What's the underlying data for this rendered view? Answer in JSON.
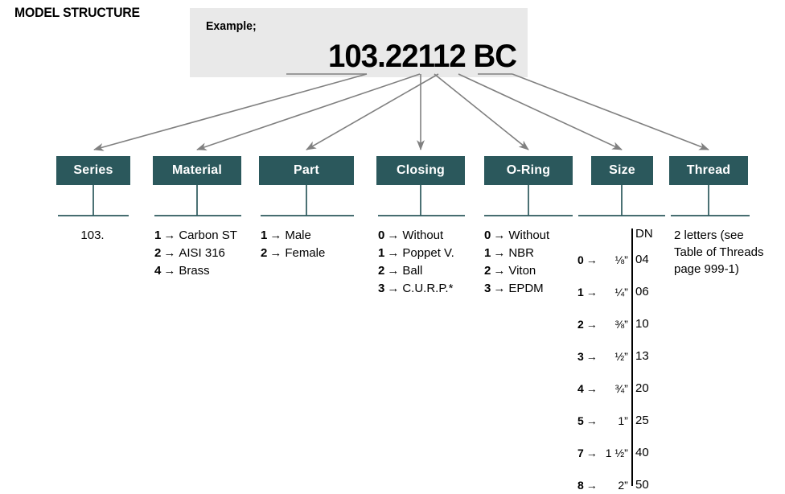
{
  "page": {
    "title": "MODEL STRUCTURE",
    "accent_color": "#2b585c",
    "panel_color": "#e9e9e9",
    "connector_color": "#808080"
  },
  "example": {
    "label": "Example;",
    "code": "103.22112 BC"
  },
  "segments": [
    {
      "key": "series",
      "label": "Series"
    },
    {
      "key": "material",
      "label": "Material"
    },
    {
      "key": "part",
      "label": "Part"
    },
    {
      "key": "closing",
      "label": "Closing"
    },
    {
      "key": "oring",
      "label": "O-Ring"
    },
    {
      "key": "size",
      "label": "Size"
    },
    {
      "key": "thread",
      "label": "Thread"
    }
  ],
  "columns": {
    "series": {
      "value": "103."
    },
    "material": {
      "items": [
        {
          "code": "1",
          "arrow": "→",
          "text": "Carbon ST"
        },
        {
          "code": "2",
          "arrow": "→",
          "text": "AISI 316"
        },
        {
          "code": "4",
          "arrow": "→",
          "text": "Brass"
        }
      ]
    },
    "part": {
      "items": [
        {
          "code": "1",
          "arrow": "→",
          "text": "Male"
        },
        {
          "code": "2",
          "arrow": "→",
          "text": "Female"
        }
      ]
    },
    "closing": {
      "items": [
        {
          "code": "0",
          "arrow": "→",
          "text": "Without"
        },
        {
          "code": "1",
          "arrow": "→",
          "text": "Poppet V."
        },
        {
          "code": "2",
          "arrow": "→",
          "text": "Ball"
        },
        {
          "code": "3",
          "arrow": "→",
          "text": "C.U.R.P.*"
        }
      ]
    },
    "oring": {
      "items": [
        {
          "code": "0",
          "arrow": "→",
          "text": "Without"
        },
        {
          "code": "1",
          "arrow": "→",
          "text": "NBR"
        },
        {
          "code": "2",
          "arrow": "→",
          "text": "Viton"
        },
        {
          "code": "3",
          "arrow": "→",
          "text": "EPDM"
        }
      ]
    },
    "size": {
      "dn_header": "DN",
      "items": [
        {
          "code": "0",
          "arrow": "→",
          "size": "⅛”",
          "dn": "04"
        },
        {
          "code": "1",
          "arrow": "→",
          "size": "¼”",
          "dn": "06"
        },
        {
          "code": "2",
          "arrow": "→",
          "size": "⅜”",
          "dn": "10"
        },
        {
          "code": "3",
          "arrow": "→",
          "size": "½”",
          "dn": "13"
        },
        {
          "code": "4",
          "arrow": "→",
          "size": "¾”",
          "dn": "20"
        },
        {
          "code": "5",
          "arrow": "→",
          "size": "1”",
          "dn": "25"
        },
        {
          "code": "7",
          "arrow": "→",
          "size": "1 ½”",
          "dn": "40"
        },
        {
          "code": "8",
          "arrow": "→",
          "size": "2”",
          "dn": "50"
        }
      ]
    },
    "thread": {
      "lines": [
        "2 letters (see",
        "Table of Threads",
        "page 999-1)"
      ]
    }
  }
}
